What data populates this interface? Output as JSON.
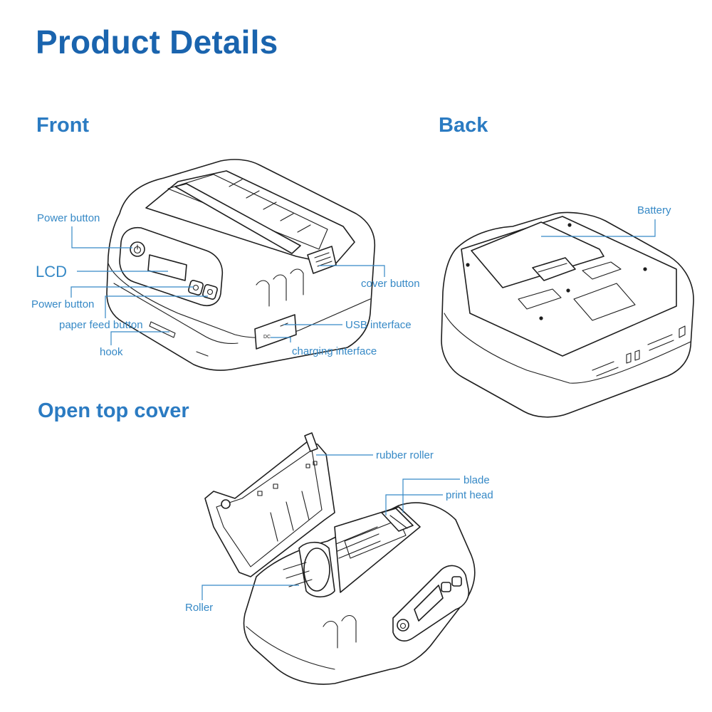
{
  "title": "Product Details",
  "sections": {
    "front": "Front",
    "back": "Back",
    "open": "Open top cover"
  },
  "labels": {
    "power_button_top": "Power button",
    "lcd": "LCD",
    "power_button_side": "Power button",
    "paper_feed_button": "paper feed button",
    "hook": "hook",
    "cover_button": "cover button",
    "usb_interface": "USB interface",
    "charging_interface": "charging interface",
    "battery": "Battery",
    "rubber_roller": "rubber roller",
    "blade": "blade",
    "print_head": "print head",
    "roller": "Roller"
  },
  "colors": {
    "title": "#1a64ae",
    "section": "#2b7bc2",
    "label": "#3689c6",
    "line_art": "#1e1e1e"
  },
  "icons": [
    "power-icon",
    "paper-feed-icon",
    "dc-port-icon",
    "usb-icon"
  ]
}
